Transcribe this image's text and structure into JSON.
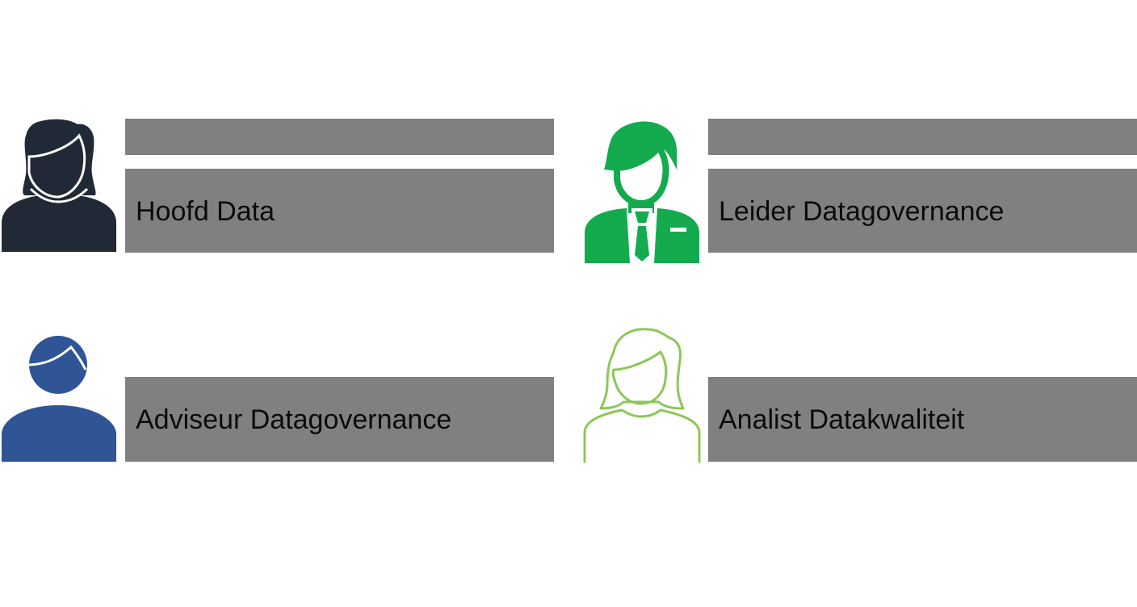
{
  "roles": [
    {
      "label": "Hoofd Data",
      "icon": "woman-user-icon",
      "icon_style": "filled",
      "color": "#222936",
      "has_header_bar": true
    },
    {
      "label": "Leider Datagovernance",
      "icon": "businessman-user-icon",
      "icon_style": "filled",
      "color": "#14ab4f",
      "has_header_bar": true
    },
    {
      "label": "Adviseur Datagovernance",
      "icon": "man-user-icon",
      "icon_style": "filled",
      "color": "#2f5597",
      "has_header_bar": false
    },
    {
      "label": "Analist Datakwaliteit",
      "icon": "woman-user-outline-icon",
      "icon_style": "outline",
      "color": "#8cc759",
      "has_header_bar": false
    }
  ],
  "colors": {
    "bar": "#808080",
    "background": "#ffffff",
    "text": "#0b0b0b"
  }
}
